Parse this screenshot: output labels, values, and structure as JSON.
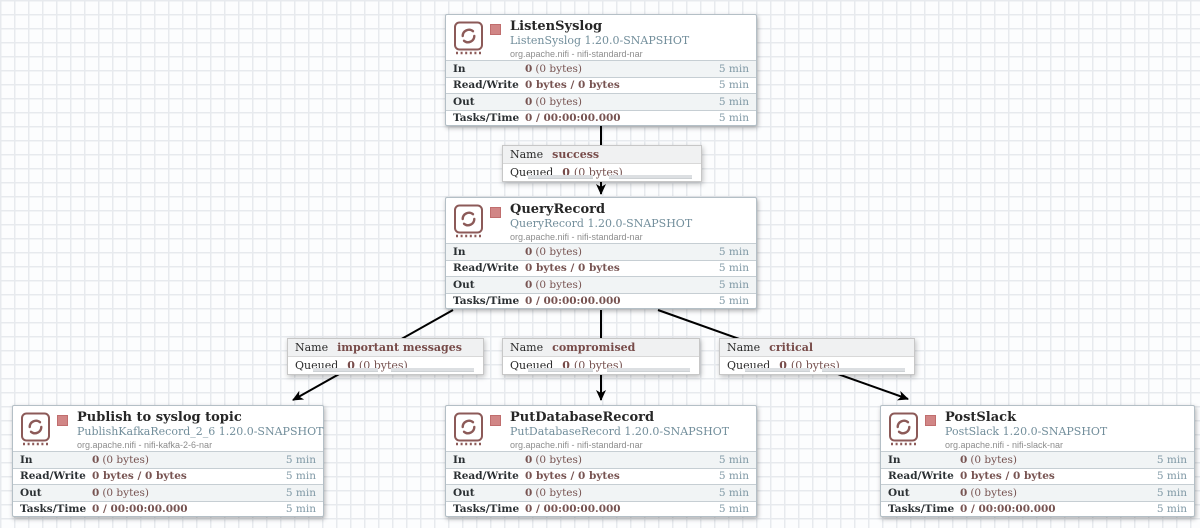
{
  "colors": {
    "value_maroon": "#775351",
    "type_blue": "#728e9b",
    "window_blue": "#7f98a5",
    "stopped_red": "#d18686",
    "icon_maroon": "#8c5a58",
    "connection_black": "#000000",
    "grid_line": "#e7eaee"
  },
  "processors": [
    {
      "name": "ListenSyslog",
      "type": "ListenSyslog 1.20.0-SNAPSHOT",
      "bundle": "org.apache.nifi - nifi-standard-nar",
      "state": "stopped",
      "stats": [
        {
          "label": "In",
          "value_bold": "0",
          "value_rest": "(0 bytes)",
          "window": "5 min"
        },
        {
          "label": "Read/Write",
          "value_bold": "0 bytes / 0 bytes",
          "value_rest": "",
          "window": "5 min"
        },
        {
          "label": "Out",
          "value_bold": "0",
          "value_rest": "(0 bytes)",
          "window": "5 min"
        },
        {
          "label": "Tasks/Time",
          "value_bold": "0 / 00:00:00.000",
          "value_rest": "",
          "window": "5 min"
        }
      ]
    },
    {
      "name": "QueryRecord",
      "type": "QueryRecord 1.20.0-SNAPSHOT",
      "bundle": "org.apache.nifi - nifi-standard-nar",
      "state": "stopped",
      "stats": [
        {
          "label": "In",
          "value_bold": "0",
          "value_rest": "(0 bytes)",
          "window": "5 min"
        },
        {
          "label": "Read/Write",
          "value_bold": "0 bytes / 0 bytes",
          "value_rest": "",
          "window": "5 min"
        },
        {
          "label": "Out",
          "value_bold": "0",
          "value_rest": "(0 bytes)",
          "window": "5 min"
        },
        {
          "label": "Tasks/Time",
          "value_bold": "0 / 00:00:00.000",
          "value_rest": "",
          "window": "5 min"
        }
      ]
    },
    {
      "name": "Publish to syslog topic",
      "type": "PublishKafkaRecord_2_6 1.20.0-SNAPSHOT",
      "bundle": "org.apache.nifi - nifi-kafka-2-6-nar",
      "state": "stopped",
      "stats": [
        {
          "label": "In",
          "value_bold": "0",
          "value_rest": "(0 bytes)",
          "window": "5 min"
        },
        {
          "label": "Read/Write",
          "value_bold": "0 bytes / 0 bytes",
          "value_rest": "",
          "window": "5 min"
        },
        {
          "label": "Out",
          "value_bold": "0",
          "value_rest": "(0 bytes)",
          "window": "5 min"
        },
        {
          "label": "Tasks/Time",
          "value_bold": "0 / 00:00:00.000",
          "value_rest": "",
          "window": "5 min"
        }
      ]
    },
    {
      "name": "PutDatabaseRecord",
      "type": "PutDatabaseRecord 1.20.0-SNAPSHOT",
      "bundle": "org.apache.nifi - nifi-standard-nar",
      "state": "stopped",
      "stats": [
        {
          "label": "In",
          "value_bold": "0",
          "value_rest": "(0 bytes)",
          "window": "5 min"
        },
        {
          "label": "Read/Write",
          "value_bold": "0 bytes / 0 bytes",
          "value_rest": "",
          "window": "5 min"
        },
        {
          "label": "Out",
          "value_bold": "0",
          "value_rest": "(0 bytes)",
          "window": "5 min"
        },
        {
          "label": "Tasks/Time",
          "value_bold": "0 / 00:00:00.000",
          "value_rest": "",
          "window": "5 min"
        }
      ]
    },
    {
      "name": "PostSlack",
      "type": "PostSlack 1.20.0-SNAPSHOT",
      "bundle": "org.apache.nifi - nifi-slack-nar",
      "state": "stopped",
      "stats": [
        {
          "label": "In",
          "value_bold": "0",
          "value_rest": "(0 bytes)",
          "window": "5 min"
        },
        {
          "label": "Read/Write",
          "value_bold": "0 bytes / 0 bytes",
          "value_rest": "",
          "window": "5 min"
        },
        {
          "label": "Out",
          "value_bold": "0",
          "value_rest": "(0 bytes)",
          "window": "5 min"
        },
        {
          "label": "Tasks/Time",
          "value_bold": "0 / 00:00:00.000",
          "value_rest": "",
          "window": "5 min"
        }
      ]
    }
  ],
  "connections": [
    {
      "name_label": "Name",
      "name_value": "success",
      "queued_label": "Queued",
      "queued_bold": "0",
      "queued_rest": "(0 bytes)"
    },
    {
      "name_label": "Name",
      "name_value": "important messages",
      "queued_label": "Queued",
      "queued_bold": "0",
      "queued_rest": "(0 bytes)"
    },
    {
      "name_label": "Name",
      "name_value": "compromised",
      "queued_label": "Queued",
      "queued_bold": "0",
      "queued_rest": "(0 bytes)"
    },
    {
      "name_label": "Name",
      "name_value": "critical",
      "queued_label": "Queued",
      "queued_bold": "0",
      "queued_rest": "(0 bytes)"
    }
  ]
}
